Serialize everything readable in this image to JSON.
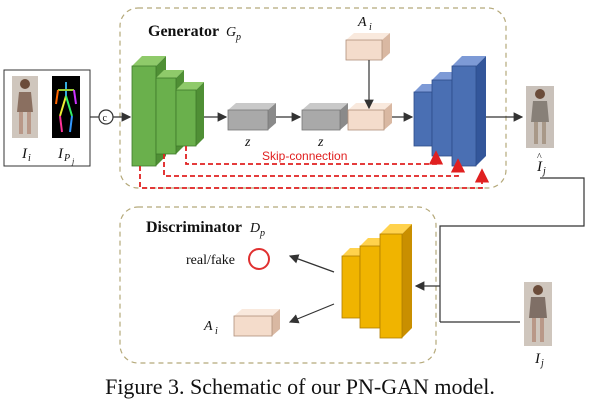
{
  "generator": {
    "title": "Generator",
    "symbol": "G",
    "subscript": "p"
  },
  "discriminator": {
    "title": "Discriminator",
    "symbol": "D",
    "subscript": "p"
  },
  "inputs": {
    "image_label": "I",
    "image_sub": "i",
    "pose_label": "I",
    "pose_sub": "P",
    "pose_subsub": "j",
    "concat_symbol": "c"
  },
  "latent_z": "z",
  "attribute": {
    "symbol": "A",
    "subscript": "i"
  },
  "skip_label": "Skip-connection",
  "output": {
    "label": "I",
    "sub": "j"
  },
  "target": {
    "label": "I",
    "sub": "j"
  },
  "real_fake_label": "real/fake",
  "caption": "Figure 3. Schematic of our PN-GAN model.",
  "colors": {
    "green": "#6ab04c",
    "blue": "#4a6fb3",
    "yellow": "#f0b400",
    "gray": "#a9a9a9",
    "peach": "#f4dccb",
    "skip": "#e02020",
    "ring": "#e03030"
  }
}
